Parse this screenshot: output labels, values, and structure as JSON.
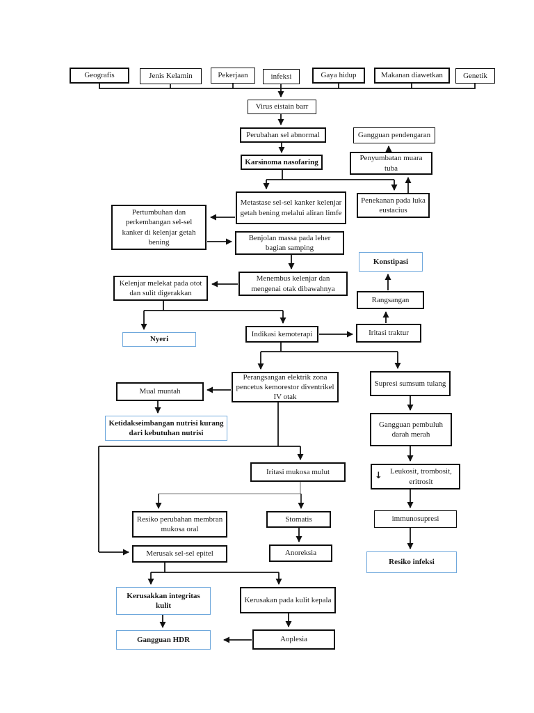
{
  "diagram": {
    "title_implied": "Pathway Karsinoma Nasofaring",
    "type": "flowchart",
    "highlight_color": "#6fa8dc",
    "line_color": "#111111"
  },
  "nodes": {
    "geografis": "Geografis",
    "jenis_kelamin": "Jenis Kelamin",
    "pekerjaan": "Pekerjaan",
    "infeksi": "infeksi",
    "gaya_hidup": "Gaya hidup",
    "makanan_diawetkan": "Makanan diawetkan",
    "genetik": "Genetik",
    "virus": "Virus eistain barr",
    "perubahan_sel": "Perubahan sel abnormal",
    "gangguan_pendengaran": "Gangguan pendengaran",
    "karsinoma": "Karsinoma nasofaring",
    "penyumbatan": "Penyumbatan muara tuba",
    "metastase": "Metastase sel-sel kanker kelenjar getah bening melalui aliran limfe",
    "penekanan": "Penekanan pada luka eustacius",
    "pertumbuhan": "Pertumbuhan dan perkembangan sel-sel kanker di kelenjar getah bening",
    "benjolan": "Benjolan massa pada leher bagian samping",
    "konstipasi": "Konstipasi",
    "kelenjar_melekat": "Kelenjar melekat pada otot dan sulit digerakkan",
    "menembus": "Menembus kelenjar dan mengenai otak dibawahnya",
    "rangsangan": "Rangsangan",
    "nyeri": "Nyeri",
    "indikasi": "Indikasi kemoterapi",
    "iritasi_traktur": "Iritasi traktur",
    "perangsangan": "Perangsangan elektrik zona pencetus kemorestor diventrikel IV otak",
    "supresi": "Supresi sumsum tulang",
    "mual_muntah": "Mual muntah",
    "ketidakseimbangan": "Ketidakseimbangan nutrisi kurang dari kebutuhan nutrisi",
    "gangguan_pembuluh": "Gangguan pembuluh darah merah",
    "iritasi_mukosa": "Iritasi mukosa mulut",
    "leukosit": "Leukosit, trombosit, eritrosit",
    "resiko_perubahan": "Resiko perubahan membran mukosa oral",
    "stomatis": "Stomatis",
    "immunosupresi": "immunosupresi",
    "merusak_epitel": "Merusak sel-sel epitel",
    "anoreksia": "Anoreksia",
    "resiko_infeksi": "Resiko infeksi",
    "kerusakkan_integritas": "Kerusakkan integritas kulit",
    "kerusakan_kulit": "Kerusakan pada kulit kepala",
    "gangguan_hdr": "Gangguan HDR",
    "aoplesia": "Aoplesia"
  },
  "icons": {
    "decrease_arrow": "↓"
  },
  "edges": [
    [
      "Geografis|Jenis Kelamin|Pekerjaan|infeksi|Gaya hidup|Makanan diawetkan|Genetik",
      "Virus eistain barr"
    ],
    [
      "Virus eistain barr",
      "Perubahan sel abnormal"
    ],
    [
      "Perubahan sel abnormal",
      "Karsinoma nasofaring"
    ],
    [
      "Karsinoma nasofaring",
      "Metastase sel-sel kanker kelenjar getah bening melalui aliran limfe"
    ],
    [
      "Karsinoma nasofaring",
      "Penekanan pada luka eustacius"
    ],
    [
      "Penekanan pada luka eustacius",
      "Penyumbatan muara tuba"
    ],
    [
      "Penyumbatan muara tuba",
      "Gangguan pendengaran"
    ],
    [
      "Metastase sel-sel kanker kelenjar getah bening melalui aliran limfe",
      "Pertumbuhan dan perkembangan sel-sel kanker di kelenjar getah bening"
    ],
    [
      "Pertumbuhan dan perkembangan sel-sel kanker di kelenjar getah bening",
      "Benjolan massa pada leher bagian samping"
    ],
    [
      "Benjolan massa pada leher bagian samping",
      "Menembus kelenjar dan mengenai otak dibawahnya"
    ],
    [
      "Menembus kelenjar dan mengenai otak dibawahnya",
      "Kelenjar melekat pada otot dan sulit digerakkan"
    ],
    [
      "Kelenjar melekat pada otot dan sulit digerakkan",
      "Nyeri"
    ],
    [
      "Kelenjar melekat pada otot dan sulit digerakkan",
      "Indikasi kemoterapi"
    ],
    [
      "Indikasi kemoterapi",
      "Iritasi traktur"
    ],
    [
      "Iritasi traktur",
      "Rangsangan"
    ],
    [
      "Rangsangan",
      "Konstipasi"
    ],
    [
      "Indikasi kemoterapi",
      "Perangsangan elektrik zona pencetus kemorestor diventrikel IV otak"
    ],
    [
      "Indikasi kemoterapi",
      "Supresi sumsum tulang"
    ],
    [
      "Perangsangan elektrik zona pencetus kemorestor diventrikel IV otak",
      "Mual muntah"
    ],
    [
      "Mual muntah",
      "Ketidakseimbangan nutrisi kurang dari kebutuhan nutrisi"
    ],
    [
      "Perangsangan elektrik zona pencetus kemorestor diventrikel IV otak",
      "Iritasi mukosa mulut"
    ],
    [
      "Perangsangan elektrik zona pencetus kemorestor diventrikel IV otak",
      "Merusak sel-sel epitel"
    ],
    [
      "Supresi sumsum tulang",
      "Gangguan pembuluh darah merah"
    ],
    [
      "Gangguan pembuluh darah merah",
      "↓ Leukosit, trombosit, eritrosit"
    ],
    [
      "↓ Leukosit, trombosit, eritrosit",
      "immunosupresi"
    ],
    [
      "immunosupresi",
      "Resiko infeksi"
    ],
    [
      "Iritasi mukosa mulut",
      "Resiko perubahan membran mukosa oral"
    ],
    [
      "Iritasi mukosa mulut",
      "Stomatis"
    ],
    [
      "Stomatis",
      "Anoreksia"
    ],
    [
      "Merusak sel-sel epitel",
      "Kerusakkan integritas kulit"
    ],
    [
      "Merusak sel-sel epitel",
      "Kerusakan pada kulit kepala"
    ],
    [
      "Kerusakkan integritas kulit",
      "Gangguan HDR"
    ],
    [
      "Kerusakan pada kulit kepala",
      "Aoplesia"
    ],
    [
      "Aoplesia",
      "Gangguan HDR"
    ]
  ]
}
